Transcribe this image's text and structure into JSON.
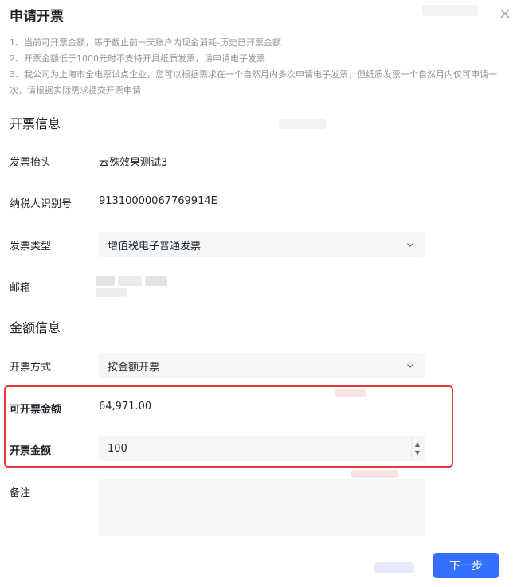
{
  "dialog": {
    "title": "申请开票",
    "notes": [
      "1、当前可开票金额，等于截止前一天账户内现金消耗-历史已开票金额",
      "2、开票金额低于1000元时不支持开具纸质发票，请申请电子发票",
      "3、我公司为上海市全电票试点企业，您可以根据需求在一个自然月内多次申请电子发票，但纸质发票一个自然月内仅可申请一次，请根据实际需求提交开票申请"
    ]
  },
  "invoice_info": {
    "section_title": "开票信息",
    "header_label": "发票抬头",
    "header_value": "云殊效果测试3",
    "tax_id_label": "纳税人识别号",
    "tax_id_value": "91310000067769914E",
    "type_label": "发票类型",
    "type_value": "增值税电子普通发票",
    "email_label": "邮箱"
  },
  "amount_info": {
    "section_title": "金额信息",
    "method_label": "开票方式",
    "method_value": "按金额开票",
    "available_label": "可开票金额",
    "available_value": "64,971.00",
    "amount_label": "开票金额",
    "amount_value": "100",
    "remark_label": "备注"
  },
  "footer": {
    "next_label": "下一步"
  },
  "icons": {
    "close": "close-icon",
    "chevron": "chevron-down-icon",
    "stepper_up": "caret-up-icon",
    "stepper_down": "caret-down-icon"
  },
  "colors": {
    "primary": "#3370ff",
    "highlight": "#e4393c",
    "field_bg": "#f5f6f7",
    "muted_text": "#8f959e"
  }
}
